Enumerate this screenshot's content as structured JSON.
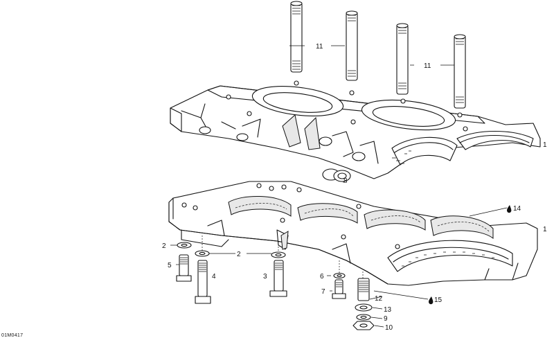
{
  "diagram": {
    "reference_code": "01M0417",
    "callouts": {
      "c1_top": "1",
      "c1_bottom": "1",
      "c2_left": "2",
      "c2_mid": "2",
      "c3": "3",
      "c4": "4",
      "c5": "5",
      "c6": "6",
      "c7": "7",
      "c8": "8",
      "c9": "9",
      "c10": "10",
      "c11_left": "11",
      "c11_right": "11",
      "c12": "12",
      "c13": "13",
      "c14": "14",
      "c15": "15"
    },
    "line_color": "#111111",
    "background": "#ffffff"
  }
}
